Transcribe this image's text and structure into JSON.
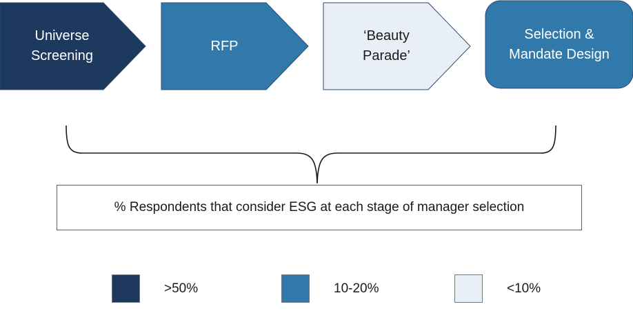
{
  "stages": [
    {
      "label": "Universe\nScreening",
      "level": "high"
    },
    {
      "label": "RFP",
      "level": "medium"
    },
    {
      "label": "‘Beauty\nParade’",
      "level": "low"
    },
    {
      "label": "Selection &\nMandate Design",
      "level": "medium"
    }
  ],
  "caption": "% Respondents that consider ESG at each stage of manager selection",
  "legend": [
    {
      "key": "high",
      "label": ">50%"
    },
    {
      "key": "medium",
      "label": "10-20%"
    },
    {
      "key": "low",
      "label": "<10%"
    }
  ],
  "colors": {
    "high": "#1d3a5e",
    "medium": "#3179aa",
    "low": "#e9eff6",
    "high_text": "#ffffff",
    "medium_text": "#ffffff",
    "low_text": "#1a1a1a",
    "brace": "#1a1a1a"
  }
}
